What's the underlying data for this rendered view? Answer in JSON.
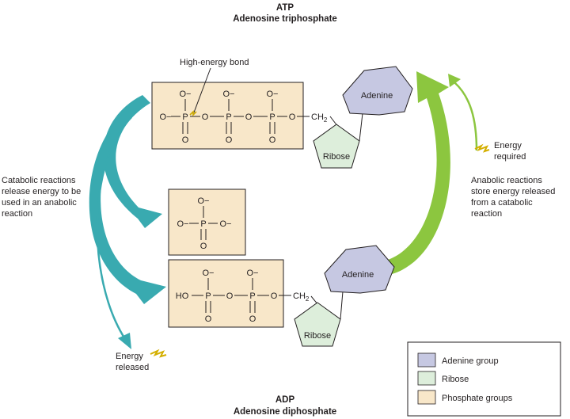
{
  "colors": {
    "phosphate_fill": "#f8e7c9",
    "ribose_fill": "#ddeedb",
    "adenine_fill": "#c6c8e2",
    "catabolic_arrow": "#39aab0",
    "anabolic_arrow": "#8cc63f"
  },
  "atp": {
    "abbr": "ATP",
    "name": "Adenosine triphosphate"
  },
  "adp": {
    "abbr": "ADP",
    "name": "Adenosine diphosphate"
  },
  "high_energy_bond": "High-energy bond",
  "chem": {
    "o_minus": "O−",
    "o_minus_left": "O−",
    "o_minus_right": "O−",
    "p": "P",
    "o": "O",
    "ho": "HO",
    "ch": "CH",
    "two": "2",
    "adenine": "Adenine",
    "ribose": "Ribose"
  },
  "catabolic": {
    "lines": [
      "Catabolic reactions",
      "release energy to be",
      "used in an anabolic",
      "reaction"
    ],
    "energy_released": [
      "Energy",
      "released"
    ]
  },
  "anabolic": {
    "lines": [
      "Anabolic reactions",
      "store energy released",
      "from a catabolic",
      "reaction"
    ],
    "energy_required": [
      "Energy",
      "required"
    ]
  },
  "legend": {
    "items": [
      {
        "label": "Adenine group",
        "color": "#c6c8e2"
      },
      {
        "label": "Ribose",
        "color": "#ddeedb"
      },
      {
        "label": "Phosphate groups",
        "color": "#f8e7c9"
      }
    ]
  }
}
